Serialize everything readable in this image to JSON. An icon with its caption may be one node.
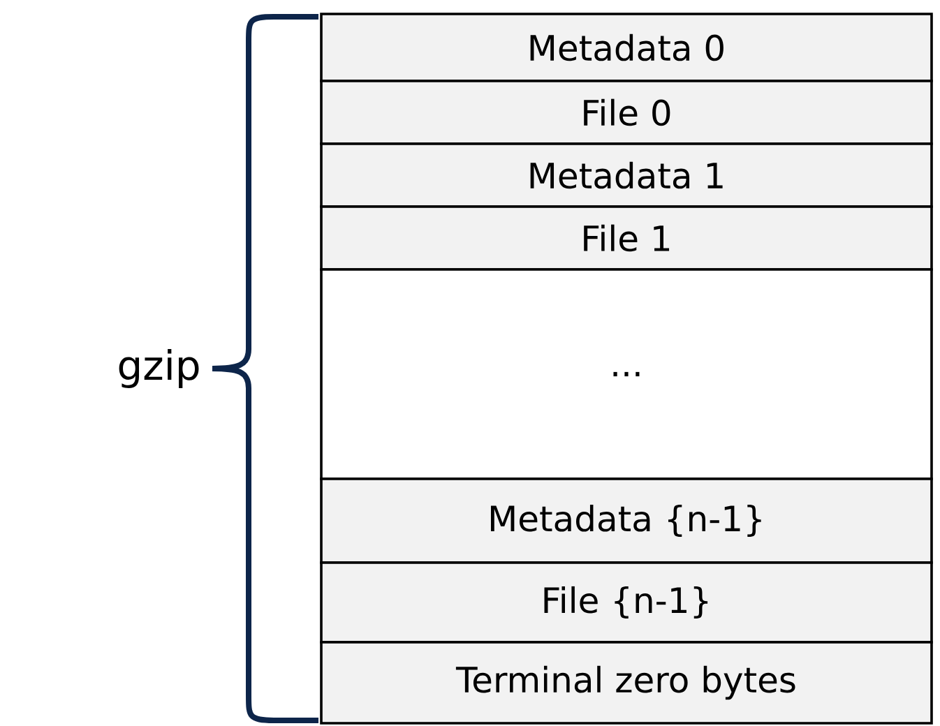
{
  "diagram": {
    "nodes": [
      {
        "text": [
          "Metadata 0"
        ]
      },
      {
        "text": [
          "File 0"
        ]
      },
      {
        "text": [
          "Metadata 1"
        ]
      },
      {
        "text": [
          "File 1"
        ]
      },
      {
        "text": [
          "..."
        ]
      },
      {
        "text": [
          "Metadata {n-1}"
        ]
      },
      {
        "text": [
          "File {n-1}"
        ]
      },
      {
        "text": [
          "Terminal zero bytes"
        ]
      }
    ],
    "labels": [
      "gzip"
    ]
  }
}
